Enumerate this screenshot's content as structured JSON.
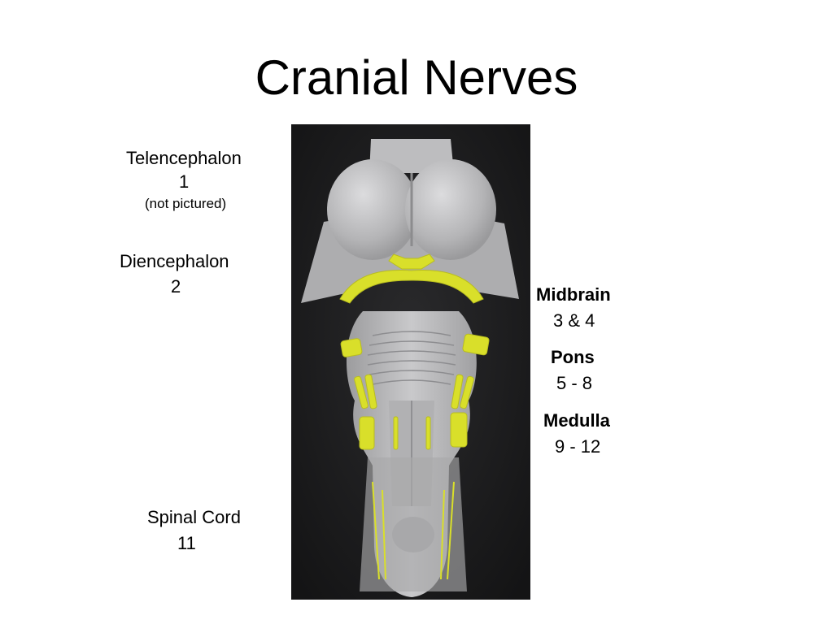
{
  "slide": {
    "title": "Cranial Nerves",
    "labels": {
      "telencephalon": {
        "name": "Telencephalon",
        "nerves": "1",
        "note": "(not pictured)"
      },
      "diencephalon": {
        "name": "Diencephalon",
        "nerves": "2"
      },
      "spinal_cord": {
        "name": "Spinal Cord",
        "nerves": "11"
      },
      "midbrain": {
        "name": "Midbrain",
        "nerves": "3 & 4"
      },
      "pons": {
        "name": "Pons",
        "nerves": "5 - 8"
      },
      "medulla": {
        "name": "Medulla",
        "nerves": "9 - 12"
      }
    }
  },
  "colors": {
    "photo_background": "#1a1a1b",
    "model_gray": "#b9b9bb",
    "nerve_yellow": "#d9df2a"
  }
}
